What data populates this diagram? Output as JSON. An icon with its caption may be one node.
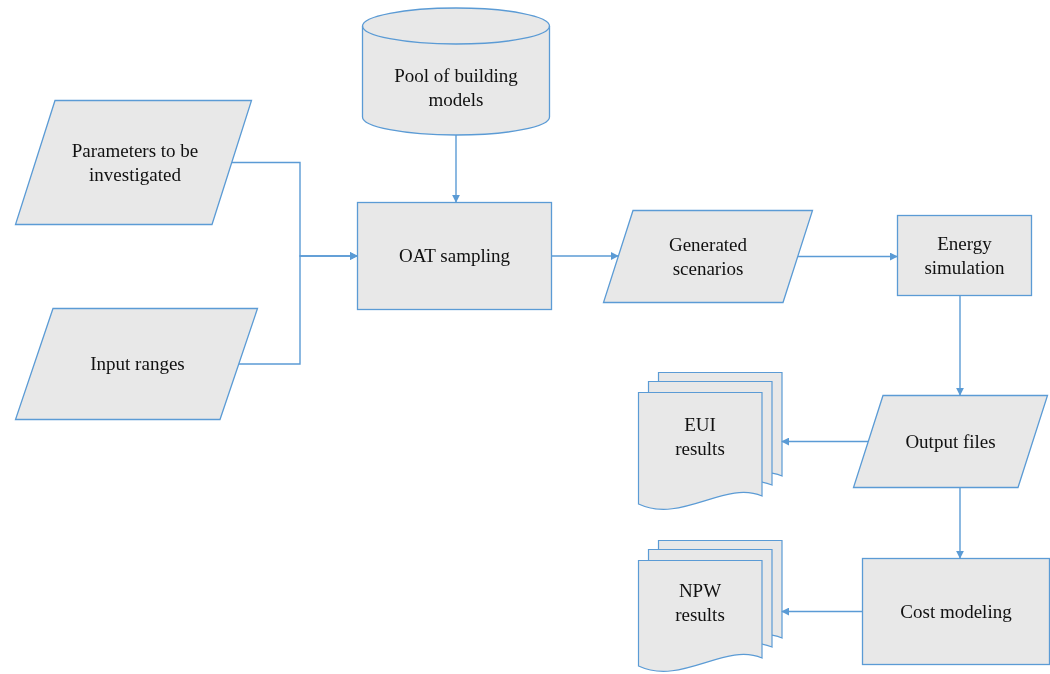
{
  "diagram": {
    "nodes": [
      {
        "text": [
          "Pool of building models"
        ]
      },
      {
        "text": [
          "Parameters to be investigated"
        ]
      },
      {
        "text": [
          "Input ranges"
        ]
      },
      {
        "text": [
          "OAT sampling"
        ]
      },
      {
        "text": [
          "Generated scenarios"
        ]
      },
      {
        "text": [
          "Energy simulation"
        ]
      },
      {
        "text": [
          "Output files"
        ]
      },
      {
        "text": [
          "EUI results"
        ]
      },
      {
        "text": [
          "Cost modeling"
        ]
      },
      {
        "text": [
          "NPW results"
        ]
      }
    ],
    "edges": [
      {
        "from": 1,
        "to": 3,
        "arrow": "to"
      },
      {
        "from": 2,
        "to": 3,
        "arrow": "to"
      },
      {
        "from": 0,
        "to": 3,
        "arrow": "to"
      },
      {
        "from": 3,
        "to": 4,
        "arrow": "to"
      },
      {
        "from": 4,
        "to": 5,
        "arrow": "to"
      },
      {
        "from": 5,
        "to": 6,
        "arrow": "to"
      },
      {
        "from": 6,
        "to": 7,
        "arrow": "to"
      },
      {
        "from": 6,
        "to": 8,
        "arrow": "to"
      },
      {
        "from": 8,
        "to": 9,
        "arrow": "to"
      }
    ]
  }
}
